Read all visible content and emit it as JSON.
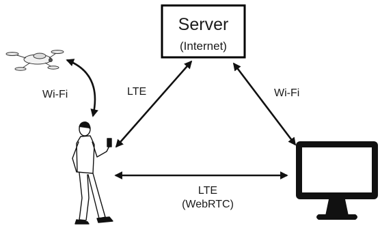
{
  "server": {
    "title": "Server",
    "subtitle": "(Internet)"
  },
  "links": {
    "drone_person": "Wi-Fi",
    "person_server": "LTE",
    "server_monitor": "Wi-Fi",
    "person_monitor_top": "LTE",
    "person_monitor_bottom": "(WebRTC)"
  },
  "icons": {
    "drone": "drone-icon",
    "person": "person-with-phone-icon",
    "monitor": "monitor-icon"
  },
  "colors": {
    "ink": "#111111",
    "monitor_screen": "#ffffff",
    "drone_body": "#f2f2f2"
  }
}
